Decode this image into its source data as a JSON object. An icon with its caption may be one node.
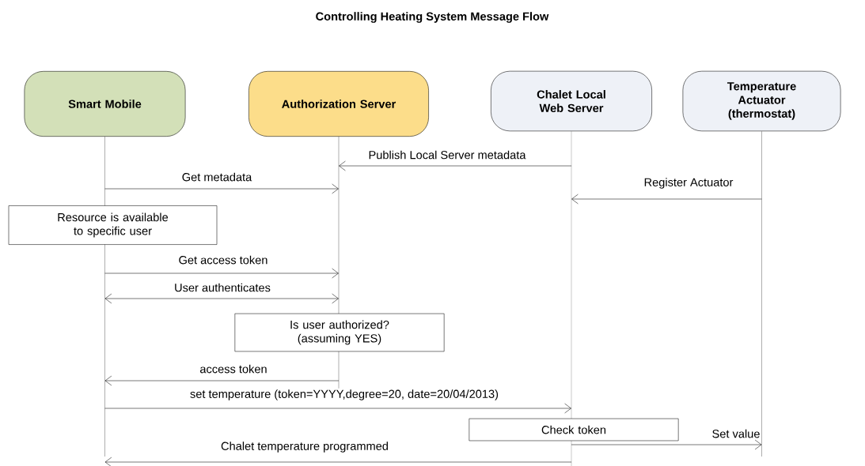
{
  "diagram": {
    "title": "Controlling Heating System Message Flow",
    "nodes": [
      {
        "text": [
          "Smart Mobile"
        ]
      },
      {
        "text": [
          "Authorization Server"
        ]
      },
      {
        "text": [
          "Chalet Local Web Server"
        ]
      },
      {
        "text": [
          "Temperature Actuator (thermostat)"
        ]
      },
      {
        "text": [
          "Resource is available to specific user"
        ]
      },
      {
        "text": [
          "Is user authorized? (assuming YES)"
        ]
      },
      {
        "text": [
          "Check token"
        ]
      }
    ],
    "edges": [
      {
        "from": 2,
        "to": 1,
        "arrow": "to",
        "label": "Publish Local Server metadata"
      },
      {
        "from": 0,
        "to": 1,
        "arrow": "to",
        "label": "Get metadata"
      },
      {
        "from": 3,
        "to": 2,
        "arrow": "to",
        "label": "Register Actuator"
      },
      {
        "from": 0,
        "to": 1,
        "arrow": "to",
        "label": "Get access token"
      },
      {
        "from": 0,
        "to": 1,
        "arrow": "both",
        "label": "User authenticates"
      },
      {
        "from": 1,
        "to": 0,
        "arrow": "to",
        "label": "access token"
      },
      {
        "from": 0,
        "to": 2,
        "arrow": "to",
        "label": "set temperature (token=YYYY,degree=20, date=20/04/2013)"
      },
      {
        "from": 2,
        "to": 3,
        "arrow": "to",
        "label": "Set value"
      },
      {
        "from": 2,
        "to": 0,
        "arrow": "to",
        "label": "Chalet temperature programmed"
      }
    ]
  }
}
